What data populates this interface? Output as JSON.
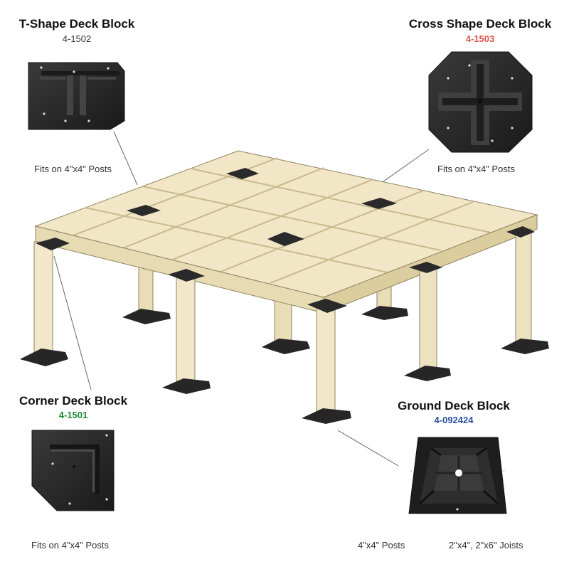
{
  "colors": {
    "wood": "#f1e7c7",
    "wood_dark": "#e0d2a8",
    "wood_edge": "#9a8c68",
    "block": "#2b2b2b",
    "code_tshape": "#333333",
    "code_cross": "#e2524c",
    "code_corner": "#1f8a3a",
    "code_ground": "#2a4fa0"
  },
  "tshape": {
    "title": "T-Shape Deck Block",
    "code": "4-1502",
    "fits": "Fits on 4\"x4\" Posts",
    "icon": "t-shape-block-icon"
  },
  "cross": {
    "title": "Cross Shape Deck Block",
    "code": "4-1503",
    "fits": "Fits on 4\"x4\" Posts",
    "icon": "cross-block-icon"
  },
  "corner": {
    "title": "Corner Deck Block",
    "code": "4-1501",
    "fits": "Fits on 4\"x4\" Posts",
    "icon": "corner-block-icon"
  },
  "ground": {
    "title": "Ground Deck Block",
    "code": "4-092424",
    "posts": "4\"x4\" Posts",
    "joists": "2\"x4\", 2\"x6\" Joists",
    "icon": "ground-block-icon"
  }
}
